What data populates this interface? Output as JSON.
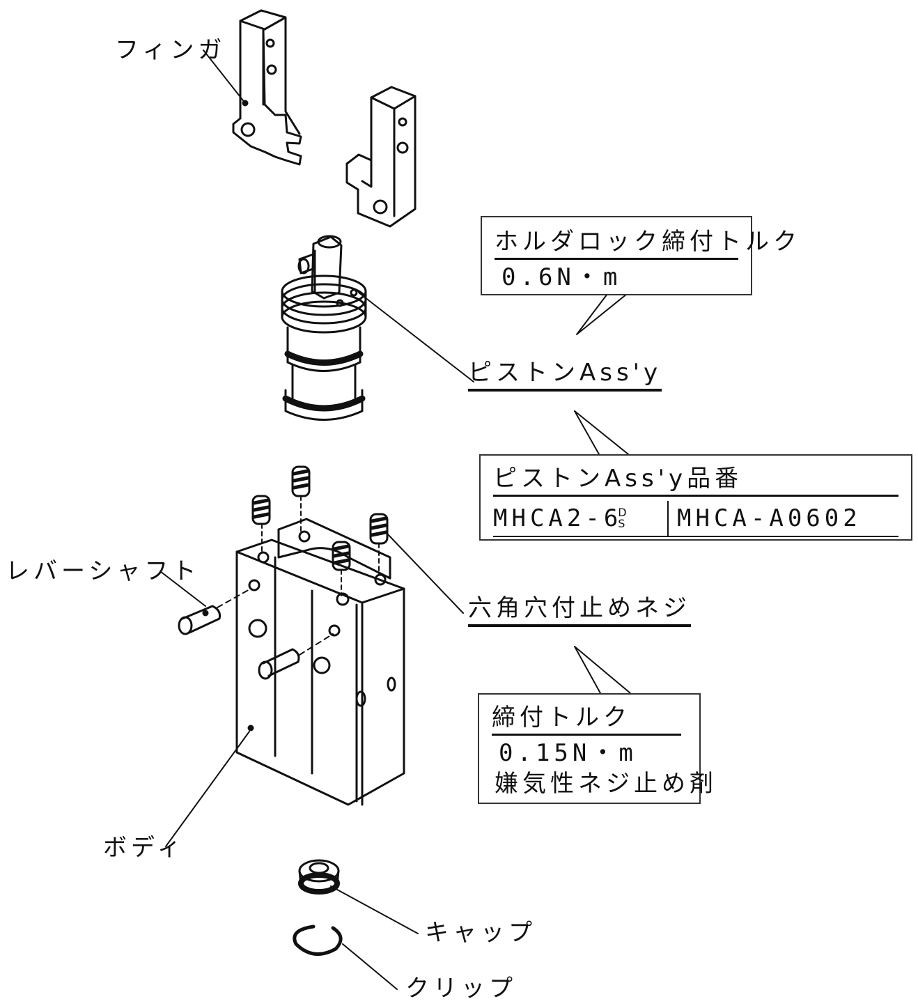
{
  "labels": {
    "finger": "フィンガ",
    "piston_assy": "ピストンAss'y",
    "lever_shaft": "レバーシャフト",
    "hex_set_screw": "六角穴付止めネジ",
    "body": "ボディ",
    "cap": "キャップ",
    "clip": "クリップ"
  },
  "callouts": {
    "holder_lock": {
      "title": "ホルダロック締付トルク",
      "value": "0.6N・m"
    },
    "piston_part_no": {
      "title": "ピストンAss'y品番",
      "model": "MHCA2-6",
      "model_suffix_top": "D",
      "model_suffix_bottom": "S",
      "part_number": "MHCA-A0602"
    },
    "screw_torque": {
      "title": "締付トルク",
      "value": "0.15N・m",
      "note": "嫌気性ネジ止め剤"
    }
  }
}
